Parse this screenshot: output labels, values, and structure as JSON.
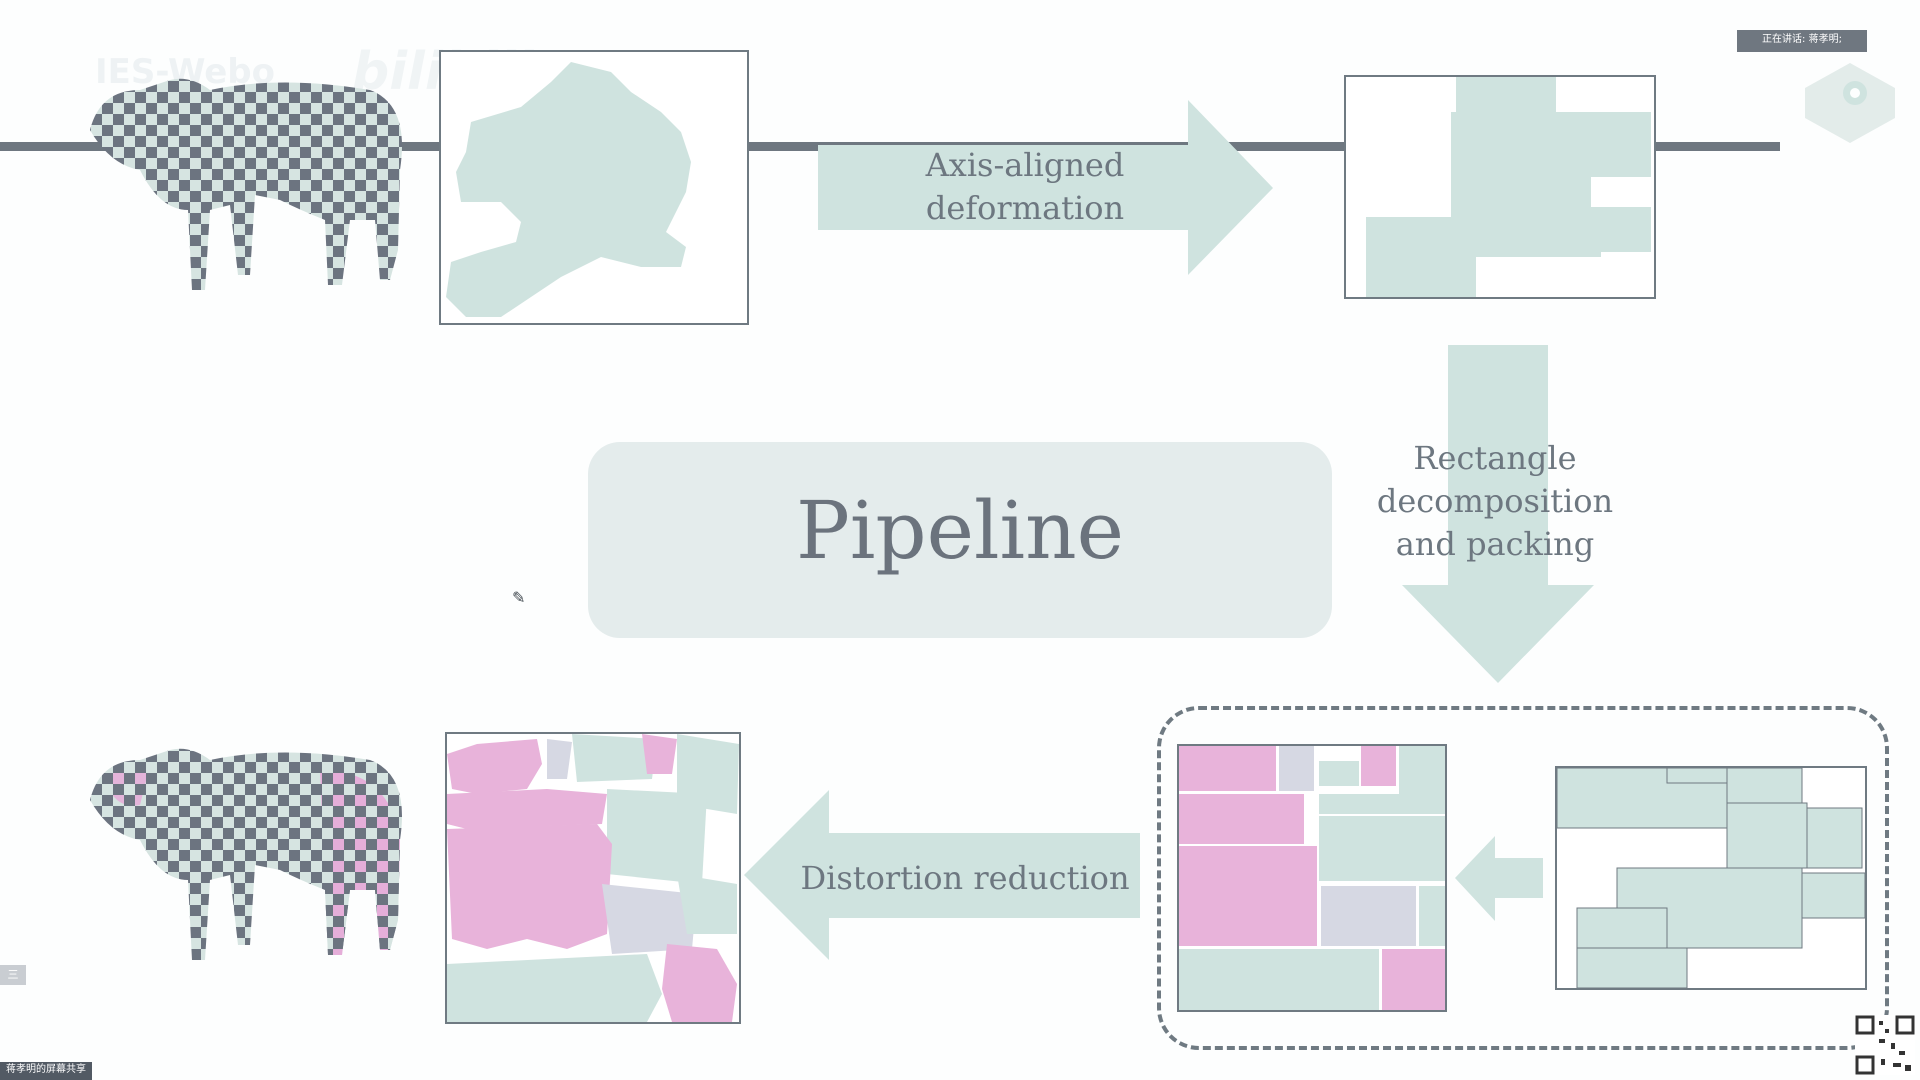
{
  "overlay": {
    "watermark": "IES-Webo",
    "bilibili": "bilibili",
    "speaker_label": "正在讲话: 蒋孝明;",
    "taskbar_label": "蒋孝明的屏幕共享",
    "side_tab": "三"
  },
  "slide": {
    "title": "Pipeline",
    "step1_label_line1": "Axis-aligned",
    "step1_label_line2": "deformation",
    "step2_label_line1": "Rectangle",
    "step2_label_line2": "decomposition",
    "step2_label_line3": "and packing",
    "step3_label": "Distortion reduction"
  },
  "colors": {
    "mint": "#cfe3df",
    "pink": "#e8b3da",
    "gray": "#6e7780",
    "panel": "#e4ecec"
  }
}
